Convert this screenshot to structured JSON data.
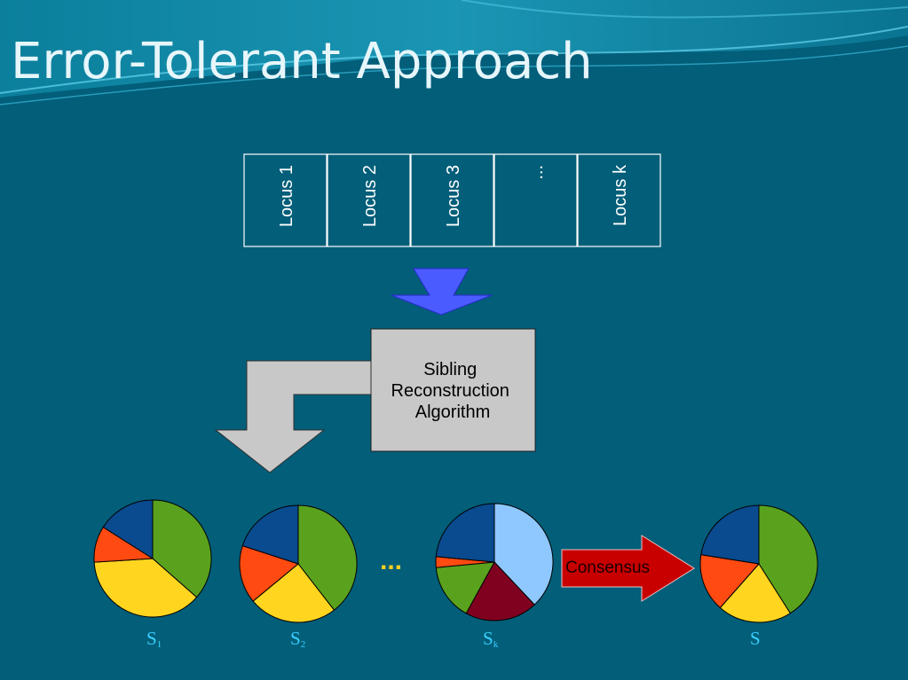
{
  "slide": {
    "title": "Error-Tolerant Approach"
  },
  "loci": [
    "Locus 1",
    "Locus 2",
    "Locus 3",
    "...",
    "Locus k"
  ],
  "algorithm": {
    "lines": [
      "Sibling",
      "Reconstruction",
      "Algorithm"
    ]
  },
  "ellipsis": "...",
  "consensus_label": "Consensus",
  "pies": [
    {
      "label": "S",
      "sub": "1",
      "slices": [
        {
          "color": "#5aa21e",
          "value": 0.365
        },
        {
          "color": "#ffd520",
          "value": 0.375
        },
        {
          "color": "#ff4a12",
          "value": 0.1
        },
        {
          "color": "#0a4a8e",
          "value": 0.16
        }
      ]
    },
    {
      "label": "S",
      "sub": "2",
      "slices": [
        {
          "color": "#5aa21e",
          "value": 0.395
        },
        {
          "color": "#ffd520",
          "value": 0.245
        },
        {
          "color": "#ff4a12",
          "value": 0.16
        },
        {
          "color": "#0a4a8e",
          "value": 0.2
        }
      ]
    },
    {
      "label": "S",
      "sub": "k",
      "slices": [
        {
          "color": "#8ec8ff",
          "value": 0.38
        },
        {
          "color": "#800020",
          "value": 0.2
        },
        {
          "color": "#5aa21e",
          "value": 0.155
        },
        {
          "color": "#ff4a12",
          "value": 0.03
        },
        {
          "color": "#0a4a8e",
          "value": 0.235
        }
      ]
    },
    {
      "label": "S",
      "sub": "",
      "slices": [
        {
          "color": "#5aa21e",
          "value": 0.41
        },
        {
          "color": "#ffd520",
          "value": 0.205
        },
        {
          "color": "#ff4a12",
          "value": 0.16
        },
        {
          "color": "#0a4a8e",
          "value": 0.225
        }
      ]
    }
  ],
  "colors": {
    "background": "#025e79",
    "wave_light": "#2aa6c4",
    "algo_box": "#c8c8c8",
    "down_arrow": "#4a5cff",
    "consensus_arrow": "#c80000"
  }
}
